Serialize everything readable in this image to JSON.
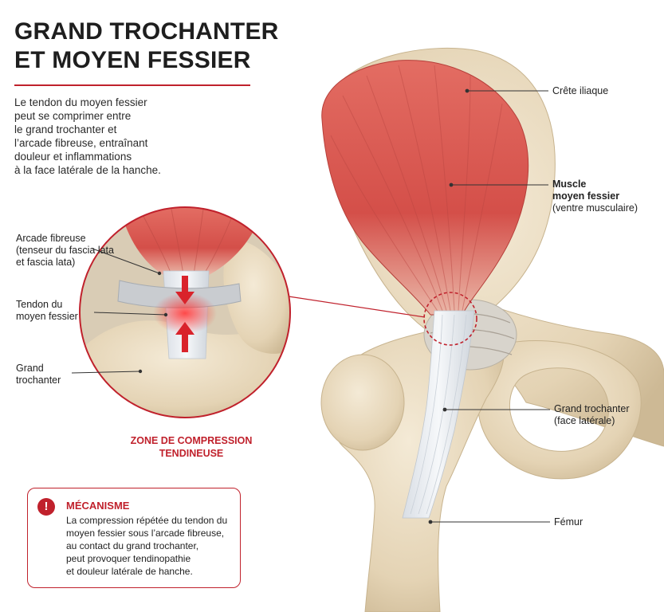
{
  "title": {
    "line1": "GRAND TROCHANTER",
    "line2": "ET MOYEN FESSIER"
  },
  "intro": {
    "line1": "Le tendon du moyen fessier",
    "line2": "peut se comprimer entre",
    "line3": "le grand trochanter et",
    "line4": "l’arcade fibreuse, entraînant",
    "line5": "douleur et inflammations",
    "line6": "à la face latérale de la hanche."
  },
  "labels": {
    "crete_iliaque": "Crête iliaque",
    "muscle_line1": "Muscle",
    "muscle_line2": "moyen fessier",
    "muscle_line3": "(ventre musculaire)",
    "grand_trochanter_line1": "Grand trochanter",
    "grand_trochanter_line2": "(face latérale)",
    "femur": "Fémur"
  },
  "inset_labels": {
    "arcade_line1": "Arcade fibreuse",
    "arcade_line2": "(tenseur du fascia lata",
    "arcade_line3": "et fascia lata)",
    "tendon_line1": "Tendon du",
    "tendon_line2": "moyen fessier",
    "trochanter_line1": "Grand",
    "trochanter_line2": "trochanter"
  },
  "zone": {
    "line1": "ZONE DE COMPRESSION",
    "line2": "TENDINEUSE"
  },
  "mecanisme": {
    "icon": "!",
    "title": "MÉCANISME",
    "line1": "La compression répétée du tendon du",
    "line2": "moyen fessier sous l’arcade fibreuse,",
    "line3": "au contact du grand trochanter,",
    "line4": "peut provoquer tendinopathie",
    "line5": "et douleur latérale de hanche."
  },
  "colors": {
    "accent": "#c0212c",
    "muscle": "#d8554f",
    "bone": "#e9dcc3",
    "tendon": "#eef1f4"
  },
  "icons": [
    "warning-icon",
    "compression-arrow-down-icon",
    "compression-arrow-up-icon"
  ]
}
